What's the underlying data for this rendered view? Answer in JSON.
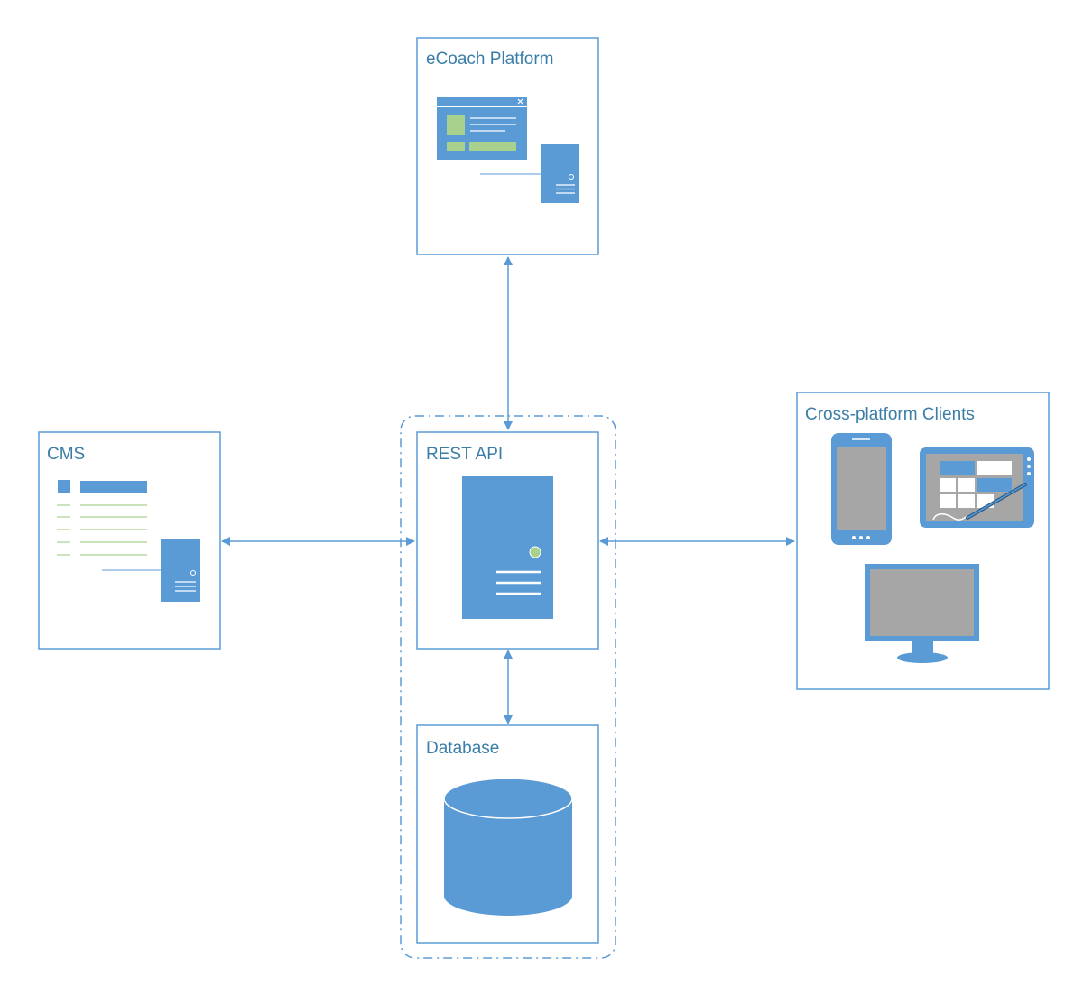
{
  "nodes": {
    "ecoach": {
      "title": "eCoach Platform"
    },
    "cms": {
      "title": "CMS"
    },
    "rest_api": {
      "title": "REST API"
    },
    "database": {
      "title": "Database"
    },
    "clients": {
      "title": "Cross-platform Clients"
    }
  },
  "edges": [
    {
      "from": "ecoach",
      "to": "rest_api",
      "direction": "both"
    },
    {
      "from": "cms",
      "to": "rest_api",
      "direction": "both"
    },
    {
      "from": "rest_api",
      "to": "clients",
      "direction": "both"
    },
    {
      "from": "rest_api",
      "to": "database",
      "direction": "both"
    }
  ],
  "groups": [
    {
      "name": "backend",
      "members": [
        "rest_api",
        "database"
      ],
      "style": "dash-dot rounded"
    }
  ],
  "colors": {
    "line": "#5b9bd5",
    "fill": "#5b9bd5",
    "accent_green": "#a9d18e",
    "title_text": "#3a7ea8",
    "screen_gray": "#a6a6a6"
  },
  "icons": {
    "ecoach": [
      "window-icon",
      "server-icon"
    ],
    "cms": [
      "document-list-icon",
      "server-icon"
    ],
    "rest_api": [
      "server-icon"
    ],
    "database": [
      "database-icon"
    ],
    "clients": [
      "smartphone-icon",
      "tablet-icon",
      "monitor-icon"
    ]
  }
}
